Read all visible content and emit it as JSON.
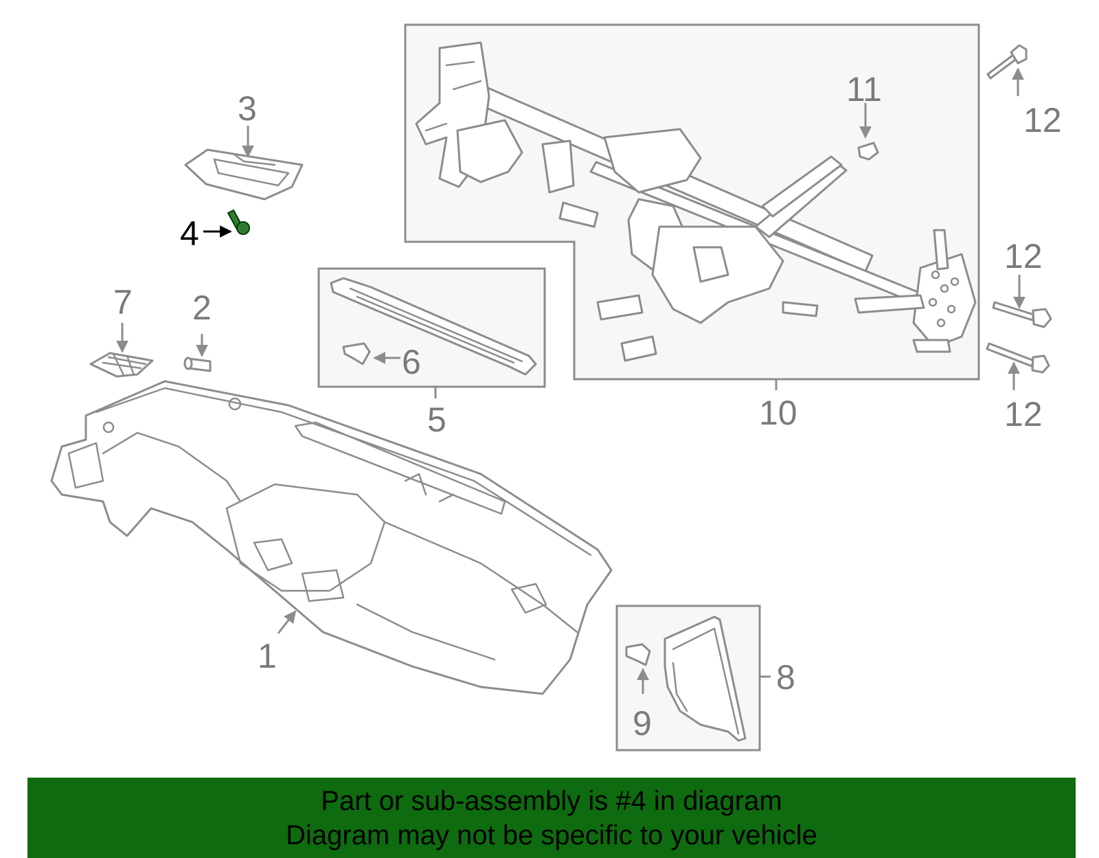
{
  "callouts": {
    "c1": "1",
    "c2": "2",
    "c3": "3",
    "c4": "4",
    "c5": "5",
    "c6": "6",
    "c7": "7",
    "c8": "8",
    "c9": "9",
    "c10": "10",
    "c11": "11",
    "c12a": "12",
    "c12b": "12",
    "c12c": "12"
  },
  "banner": {
    "line1": "Part or sub-assembly is #4 in diagram",
    "line2": "Diagram may not be specific to your vehicle"
  },
  "colors": {
    "highlight_part": "#2e7d2e",
    "banner_background": "#0f6b0f",
    "line_gray": "#8c8c8c",
    "label_gray": "#7a7a7a"
  }
}
